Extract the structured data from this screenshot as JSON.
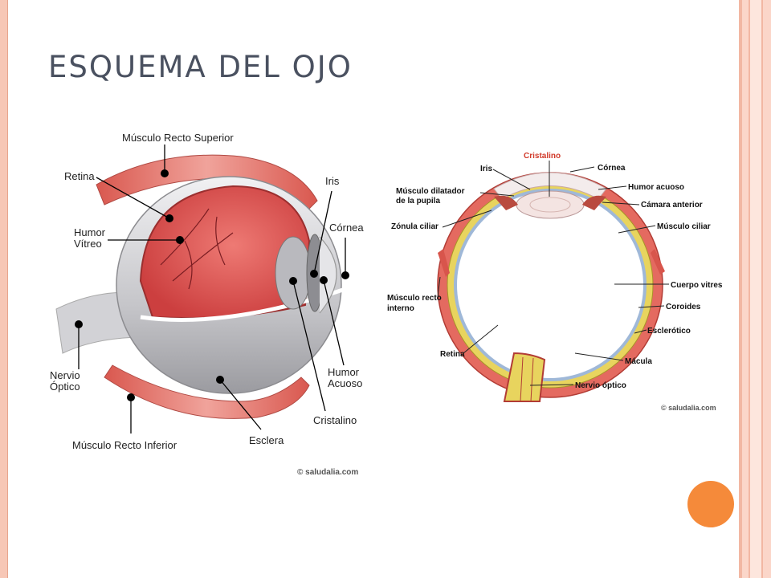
{
  "title": "ESQUEMA DEL OJO",
  "left_diagram": {
    "labels": {
      "superior": "Músculo Recto Superior",
      "retina": "Retina",
      "humor_vitreo_1": "Humor",
      "humor_vitreo_2": "Vítreo",
      "iris": "Iris",
      "cornea": "Córnea",
      "nervio_1": "Nervio",
      "nervio_2": "Óptico",
      "humor_acuoso_1": "Humor",
      "humor_acuoso_2": "Acuoso",
      "cristalino": "Cristalino",
      "esclera": "Esclera",
      "inferior": "Músculo Recto Inferior"
    },
    "copyright": "© saludalia.com"
  },
  "right_diagram": {
    "labels": {
      "cristalino": "Cristalino",
      "iris": "Iris",
      "cornea": "Córnea",
      "dilatador_1": "Músculo dilatador",
      "dilatador_2": "de la pupila",
      "humor_acuoso": "Humor acuoso",
      "camara": "Cámara anterior",
      "zonula": "Zónula ciliar",
      "ciliar": "Músculo ciliar",
      "recto_1": "Músculo recto",
      "recto_2": "interno",
      "cuerpo": "Cuerpo vitres",
      "coroides": "Coroides",
      "esclerotico": "Esclerótico",
      "retina": "Retina",
      "macula": "Mácula",
      "nervio": "Nervio óptico"
    },
    "copyright": "© saludalia.com"
  },
  "colors": {
    "title": "#4a5160",
    "accent_dot": "#f58a3a",
    "frame": "#f7c7b6",
    "muscle": "#e07a70",
    "vitreous": "#e05a57",
    "sclera": "#c9c9cc",
    "choroid": "#e0c23a"
  }
}
